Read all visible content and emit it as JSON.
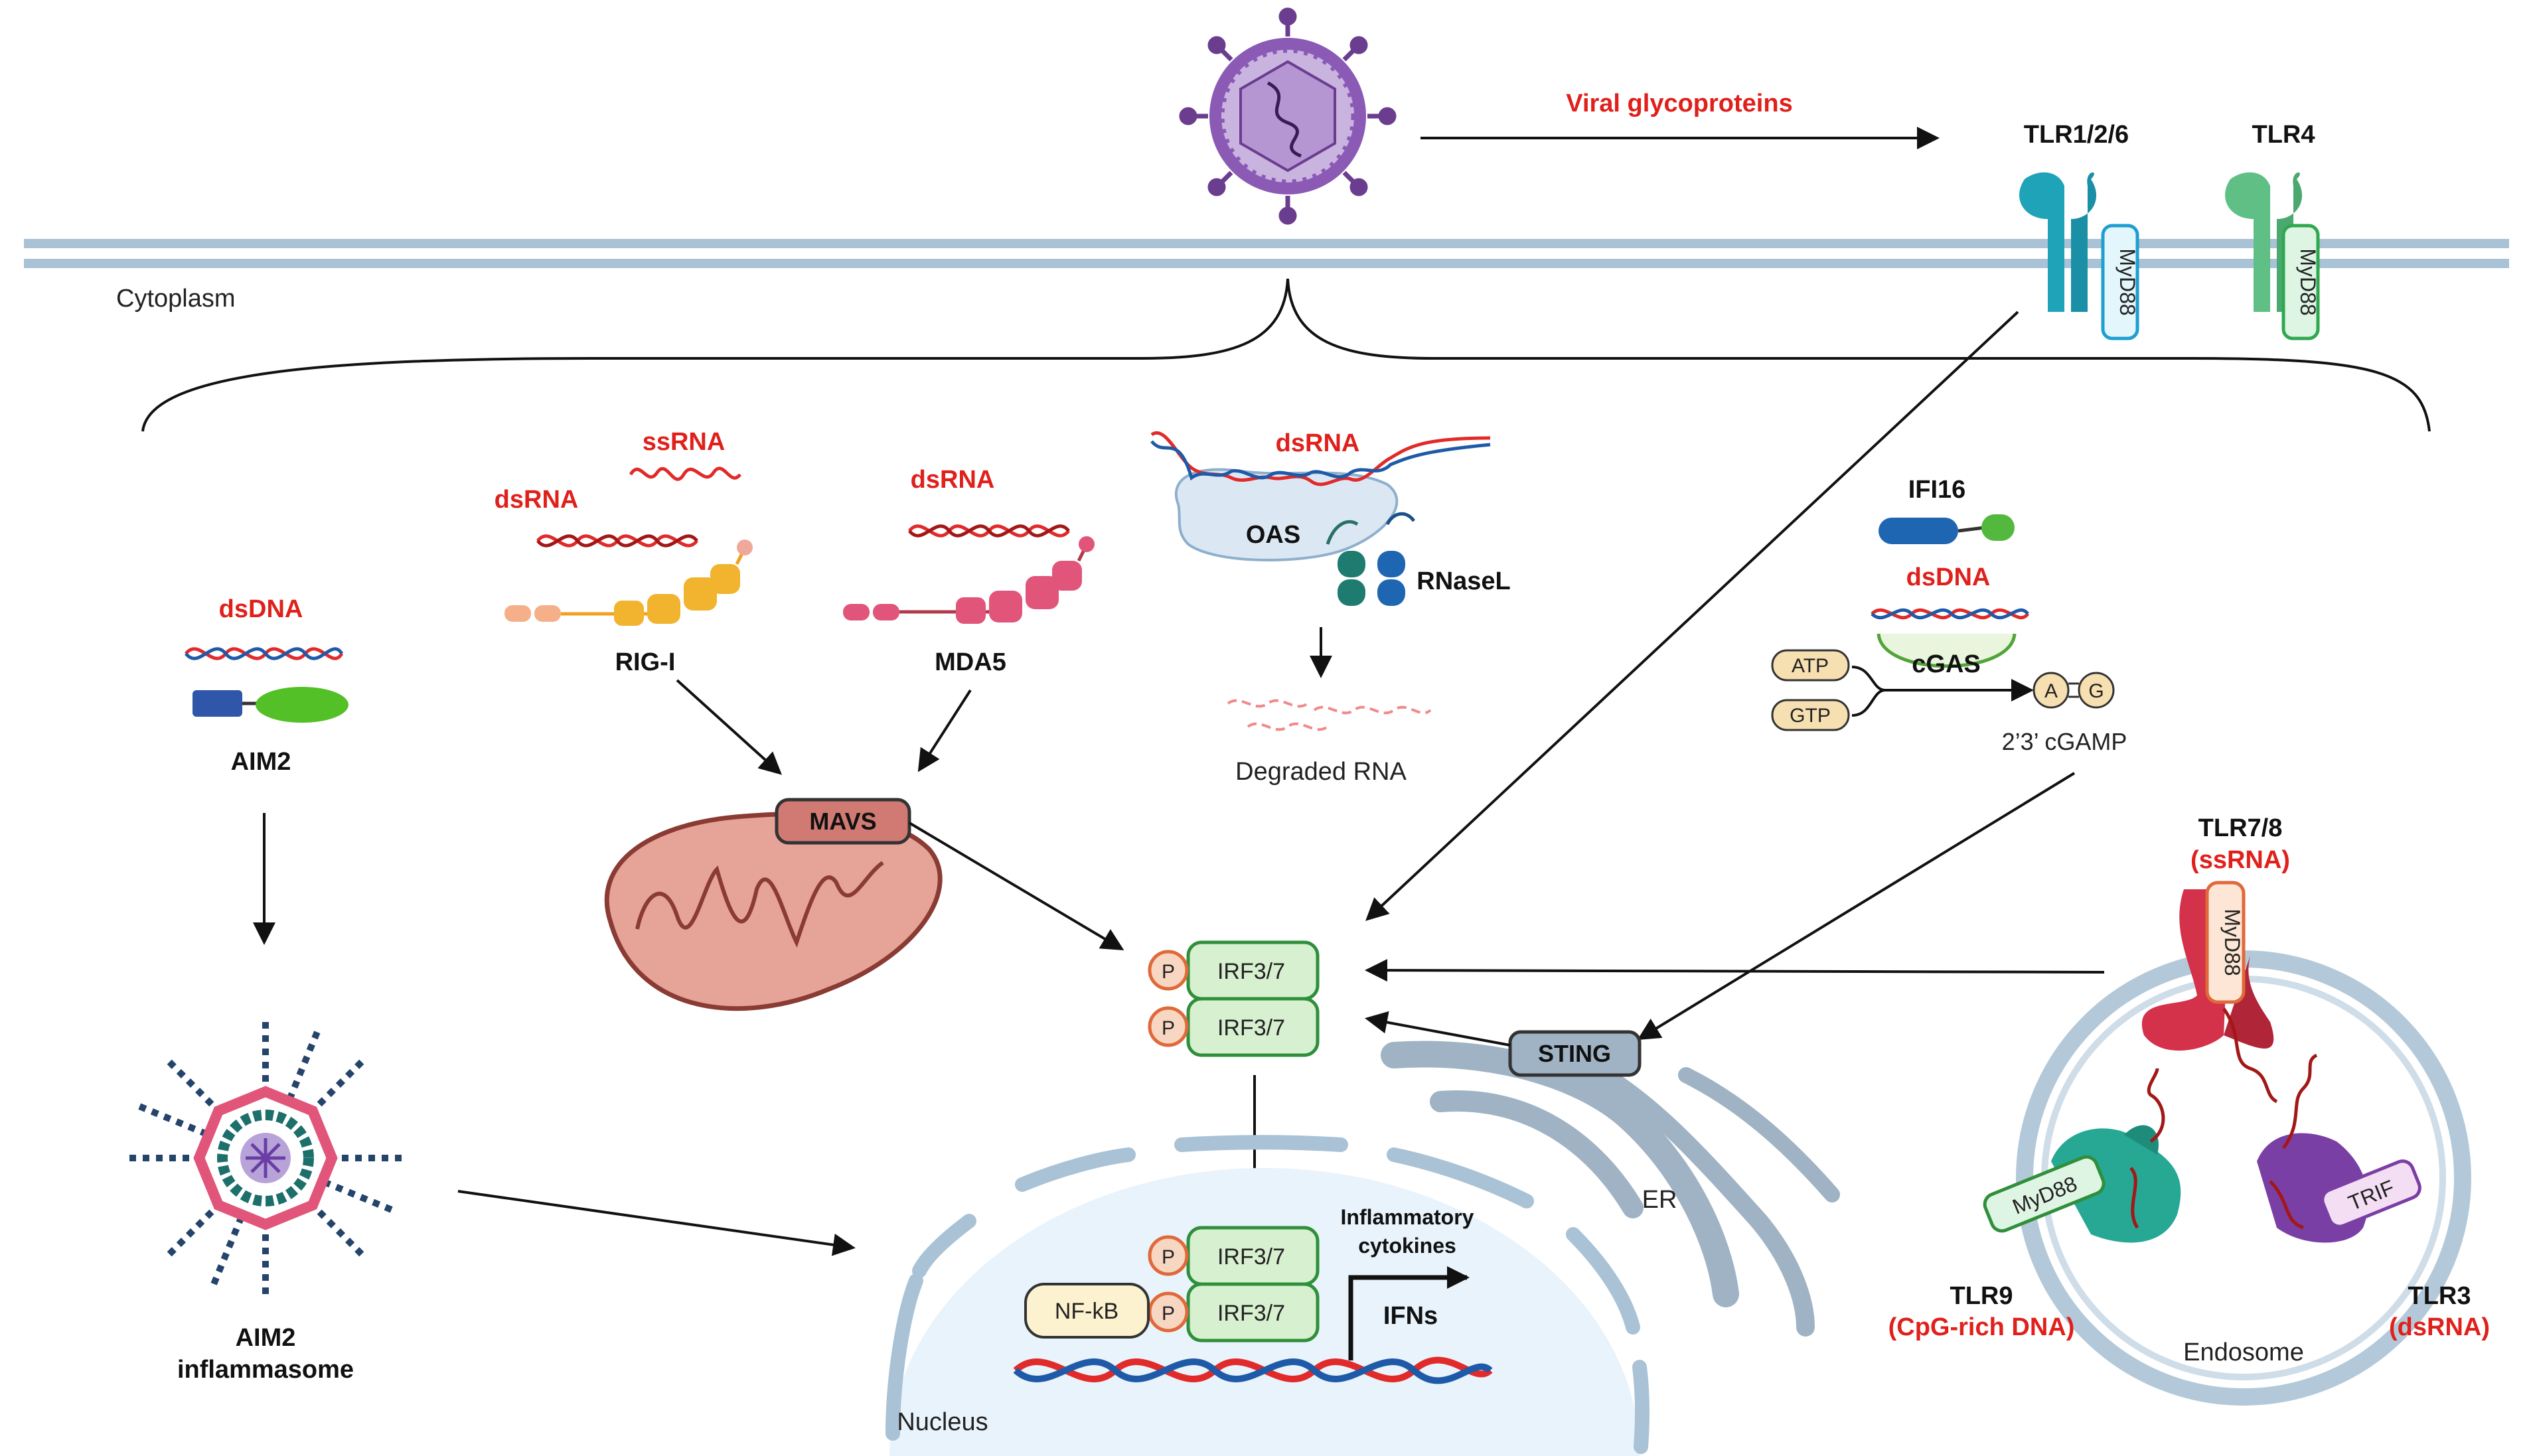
{
  "colors": {
    "accent_red": "#e0201b",
    "membrane": "#a9c2d6",
    "irf_fill": "#d7f0d0",
    "irf_stroke": "#2f8f3a",
    "mito_fill": "#e6a398",
    "mavs_fill": "#d07a73",
    "sting_fill": "#9fb3c4",
    "nucleus_fill": "#e8f3fb",
    "dna_red": "#e12a2a",
    "dna_blue": "#1f5aa8"
  },
  "labels": {
    "viral_glycoproteins": "Viral glycoproteins",
    "cytoplasm": "Cytoplasm",
    "tlr126": "TLR1/2/6",
    "tlr4": "TLR4",
    "myd88": "MyD88",
    "trif": "TRIF",
    "dsdna": "dsDNA",
    "dsrna": "dsRNA",
    "ssrna": "ssRNA",
    "aim2": "AIM2",
    "aim2_inflammasome_1": "AIM2",
    "aim2_inflammasome_2": "inflammasome",
    "rig_i": "RIG-I",
    "mda5": "MDA5",
    "oas": "OAS",
    "rnasel": "RNaseL",
    "degraded_rna": "Degraded RNA",
    "ifi16": "IFI16",
    "cgas": "cGAS",
    "atp": "ATP",
    "gtp": "GTP",
    "a": "A",
    "g": "G",
    "cgamp": "2’3’ cGAMP",
    "mavs": "MAVS",
    "irf": "IRF3/7",
    "p": "P",
    "sting": "STING",
    "er": "ER",
    "nfkb": "NF-kB",
    "inflammatory_1": "Inflammatory",
    "inflammatory_2": "cytokines",
    "ifns": "IFNs",
    "nucleus": "Nucleus",
    "tlr78": "TLR7/8",
    "tlr78_ligand": "(ssRNA)",
    "tlr9": "TLR9",
    "tlr9_ligand": "(CpG-rich DNA)",
    "tlr3": "TLR3",
    "tlr3_ligand": "(dsRNA)",
    "endosome": "Endosome"
  },
  "icons": [
    "virus-icon",
    "mitochondrion-icon",
    "endoplasmic-reticulum-icon",
    "nucleus-icon",
    "endosome-icon",
    "dna-helix-icon",
    "receptor-icon",
    "inflammasome-icon"
  ]
}
